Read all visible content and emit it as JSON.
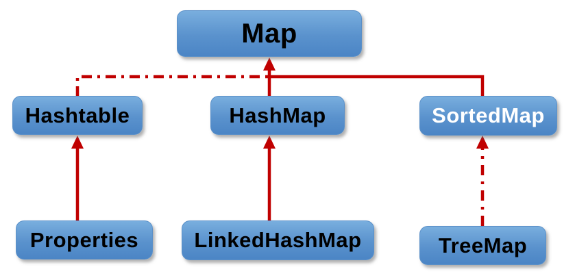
{
  "diagram": {
    "nodes": [
      {
        "id": "map",
        "label": "Map",
        "text_color": "#000000"
      },
      {
        "id": "hashtable",
        "label": "Hashtable",
        "text_color": "#000000"
      },
      {
        "id": "hashmap",
        "label": "HashMap",
        "text_color": "#000000"
      },
      {
        "id": "sortedmap",
        "label": "SortedMap",
        "text_color": "#ffffff"
      },
      {
        "id": "properties",
        "label": "Properties",
        "text_color": "#000000"
      },
      {
        "id": "linkedhashmap",
        "label": "LinkedHashMap",
        "text_color": "#000000"
      },
      {
        "id": "treemap",
        "label": "TreeMap",
        "text_color": "#000000"
      }
    ],
    "edges": [
      {
        "from": "hashtable",
        "to": "map",
        "style": "dash-dot",
        "arrowhead": "shared-with-hashmap-edge"
      },
      {
        "from": "hashmap",
        "to": "map",
        "style": "solid",
        "arrowhead": "open-triangle-up"
      },
      {
        "from": "sortedmap",
        "to": "map",
        "style": "solid",
        "arrowhead": "shared-with-hashmap-edge"
      },
      {
        "from": "properties",
        "to": "hashtable",
        "style": "solid",
        "arrowhead": "open-triangle-up"
      },
      {
        "from": "linkedhashmap",
        "to": "hashmap",
        "style": "solid",
        "arrowhead": "open-triangle-up"
      },
      {
        "from": "treemap",
        "to": "sortedmap",
        "style": "dash-dot",
        "arrowhead": "open-triangle-up"
      }
    ],
    "colors": {
      "box_gradient_top": "#79aede",
      "box_gradient_bottom": "#4b85c5",
      "arrow": "#c00000",
      "background": "#ffffff"
    }
  }
}
